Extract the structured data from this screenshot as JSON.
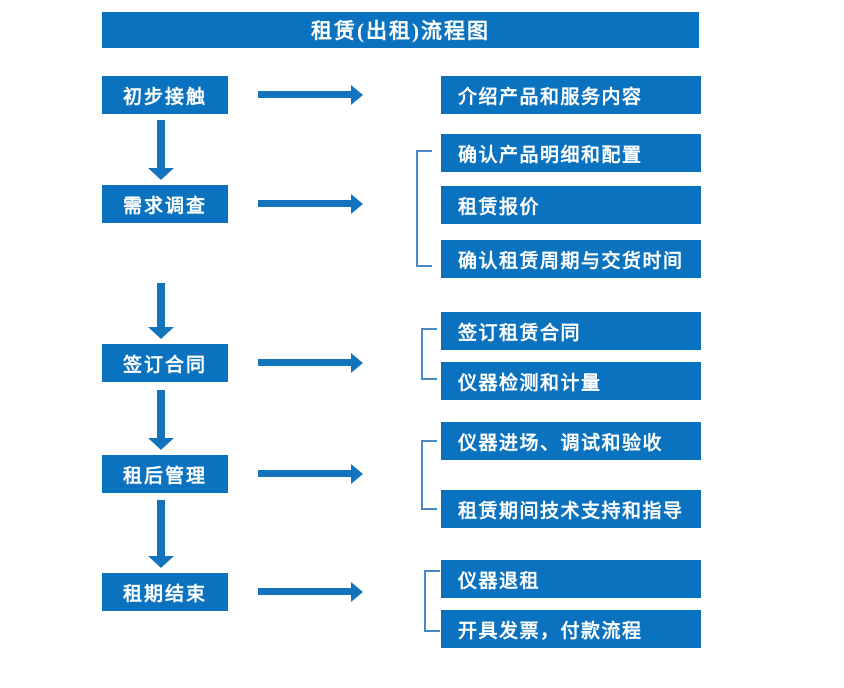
{
  "diagram": {
    "title": "租赁(出租)流程图",
    "colors": {
      "box_blue": "#0b72c0",
      "arrow_blue": "#1274bd",
      "bracket_blue": "#4a87c4",
      "text_white": "#ffffff"
    },
    "stages": [
      {
        "label": "初步接触"
      },
      {
        "label": "需求调查"
      },
      {
        "label": "签订合同"
      },
      {
        "label": "租后管理"
      },
      {
        "label": "租期结束"
      }
    ],
    "tasks": [
      {
        "label": "介绍产品和服务内容"
      },
      {
        "label": "确认产品明细和配置"
      },
      {
        "label": "租赁报价"
      },
      {
        "label": "确认租赁周期与交货时间"
      },
      {
        "label": "签订租赁合同"
      },
      {
        "label": "仪器检测和计量"
      },
      {
        "label": "仪器进场、调试和验收"
      },
      {
        "label": "租赁期间技术支持和指导"
      },
      {
        "label": "仪器退租"
      },
      {
        "label": "开具发票，付款流程"
      }
    ]
  }
}
